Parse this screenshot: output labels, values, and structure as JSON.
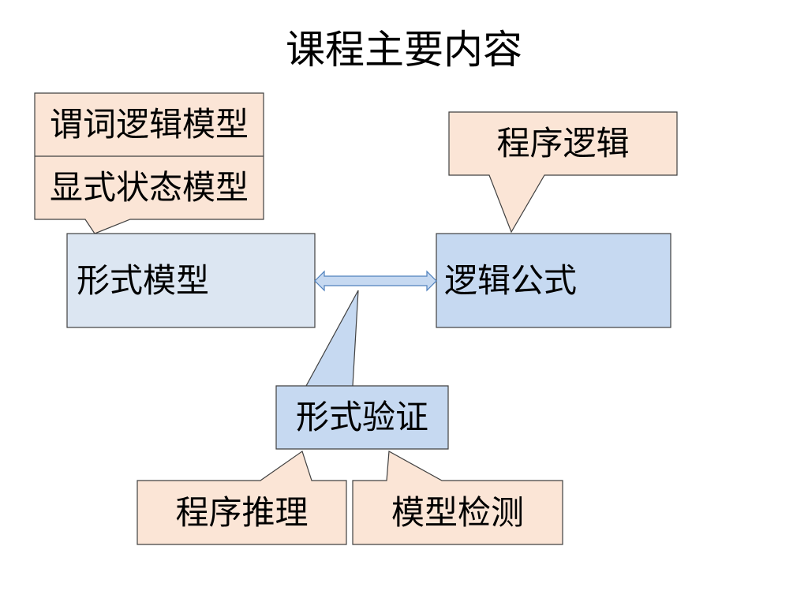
{
  "title": "课程主要内容",
  "nodes": {
    "formal_model": "形式模型",
    "logic_formula": "逻辑公式",
    "formal_verification": "形式验证"
  },
  "callouts": {
    "predicate_logic_model": "谓词逻辑模型",
    "explicit_state_model": "显式状态模型",
    "program_logic": "程序逻辑",
    "program_reasoning": "程序推理",
    "model_checking": "模型检测"
  },
  "colors": {
    "callout_fill": "#fbe5d6",
    "formal_model_fill": "#dce6f2",
    "blue_fill": "#c6d9f1",
    "stroke": "#404040",
    "arrow_stroke": "#4f81bd"
  }
}
